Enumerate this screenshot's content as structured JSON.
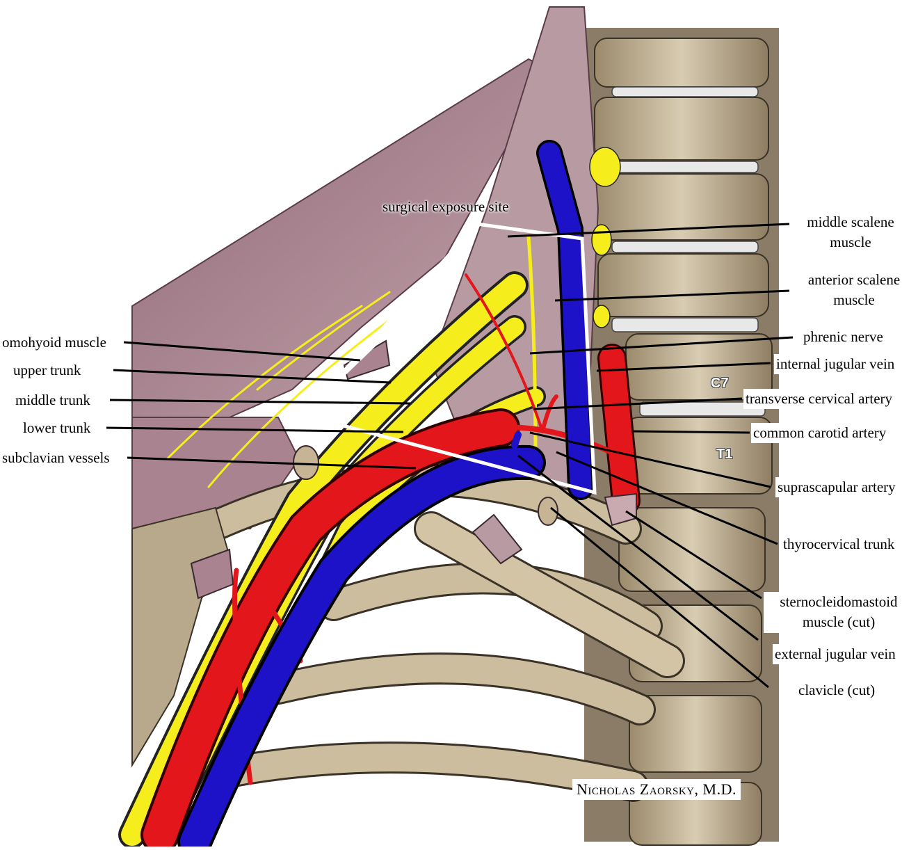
{
  "labels_left": {
    "omohyoid": "omohyoid muscle",
    "upper_trunk": "upper trunk",
    "middle_trunk": "middle trunk",
    "lower_trunk": "lower trunk",
    "subclavian": "subclavian vessels"
  },
  "labels_right": {
    "middle_scalene_1": "middle scalene",
    "middle_scalene_2": "muscle",
    "anterior_scalene_1": "anterior scalene",
    "anterior_scalene_2": "muscle",
    "phrenic": "phrenic nerve",
    "ijv": "internal jugular vein",
    "transverse_cervical": "transverse cervical artery",
    "common_carotid": "common carotid artery",
    "suprascapular": "suprascapular artery",
    "thyrocervical": "thyrocervical trunk",
    "scm_1": "sternocleidomastoid",
    "scm_2": "muscle (cut)",
    "ejv": "external jugular vein",
    "clavicle": "clavicle (cut)"
  },
  "labels_top": {
    "exposure": "surgical exposure site"
  },
  "vertebrae": {
    "c7": "C7",
    "t1": "T1"
  },
  "credit": "Nicholas Zaorsky, M.D.",
  "colors": {
    "nerve": "#f5ee1c",
    "artery": "#e3161b",
    "vein": "#1d12c8",
    "muscle": "#b9939b",
    "bone": "#c8b89c"
  }
}
